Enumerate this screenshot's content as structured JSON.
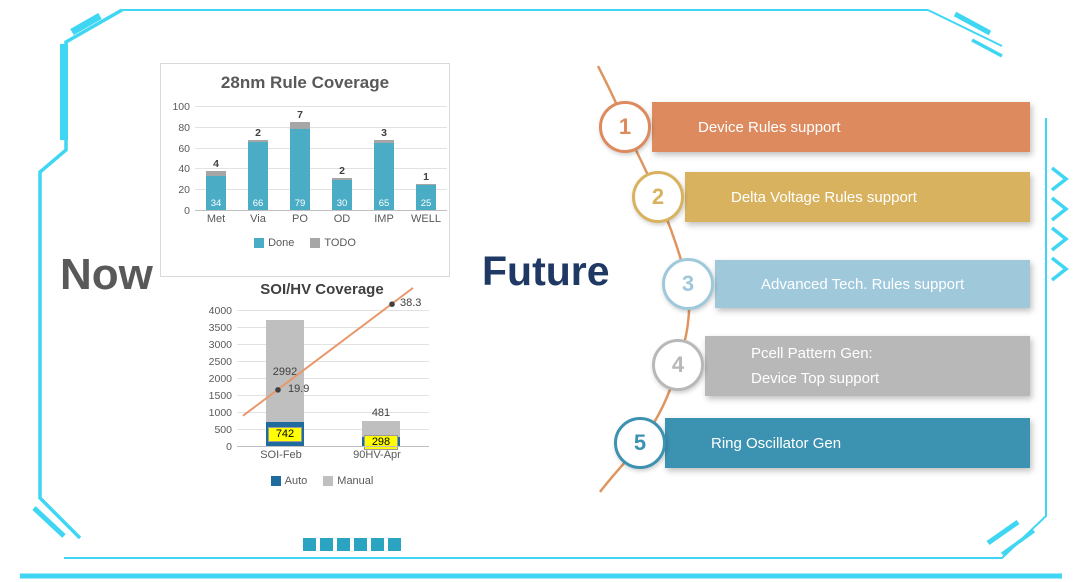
{
  "now": {
    "label": "Now"
  },
  "future": {
    "label": "Future",
    "items": [
      {
        "number": "1",
        "lines": [
          "Device Rules support"
        ],
        "color": "#DC8A5E"
      },
      {
        "number": "2",
        "lines": [
          "Delta Voltage Rules support"
        ],
        "color": "#D8B25E"
      },
      {
        "number": "3",
        "lines": [
          "Advanced Tech. Rules support"
        ],
        "color": "#9FC8DB"
      },
      {
        "number": "4",
        "lines": [
          "Pcell Pattern Gen:",
          "Device Top support"
        ],
        "color": "#B8B8B8"
      },
      {
        "number": "5",
        "lines": [
          "Ring Oscillator Gen"
        ],
        "color": "#3B92B1"
      }
    ]
  },
  "chart_data": [
    {
      "type": "bar",
      "stacked": true,
      "title": "28nm Rule Coverage",
      "categories": [
        "Met",
        "Via",
        "PO",
        "OD",
        "IMP",
        "WELL"
      ],
      "series": [
        {
          "name": "Done",
          "color": "#4BACC6",
          "values": [
            34,
            66,
            79,
            30,
            65,
            25
          ]
        },
        {
          "name": "TODO",
          "color": "#A6A6A6",
          "values": [
            4,
            2,
            7,
            2,
            3,
            1
          ]
        }
      ],
      "ylim": [
        0,
        100
      ],
      "yticks": [
        0,
        20,
        40,
        60,
        80,
        100
      ],
      "grid": true,
      "legend_position": "bottom"
    },
    {
      "type": "bar",
      "stacked": true,
      "title": "SOI/HV Coverage",
      "categories": [
        "SOI-Feb",
        "90HV-Apr"
      ],
      "series": [
        {
          "name": "Auto",
          "color": "#1F6B9E",
          "values": [
            742,
            298
          ]
        },
        {
          "name": "Manual",
          "color": "#BFBFBF",
          "values": [
            2992,
            481
          ]
        }
      ],
      "line_overlay": {
        "color": "#E8996B",
        "values": [
          19.9,
          38.3
        ]
      },
      "ylim": [
        0,
        4000
      ],
      "yticks": [
        0,
        500,
        1000,
        1500,
        2000,
        2500,
        3000,
        3500,
        4000
      ],
      "grid": true,
      "legend_position": "bottom"
    }
  ],
  "colors": {
    "accent_cyan": "#3ED6F3",
    "accent_orange": "#DE9560",
    "highlight_yellow": "#FFFF00",
    "dash_teal": "#2BA4C2"
  }
}
